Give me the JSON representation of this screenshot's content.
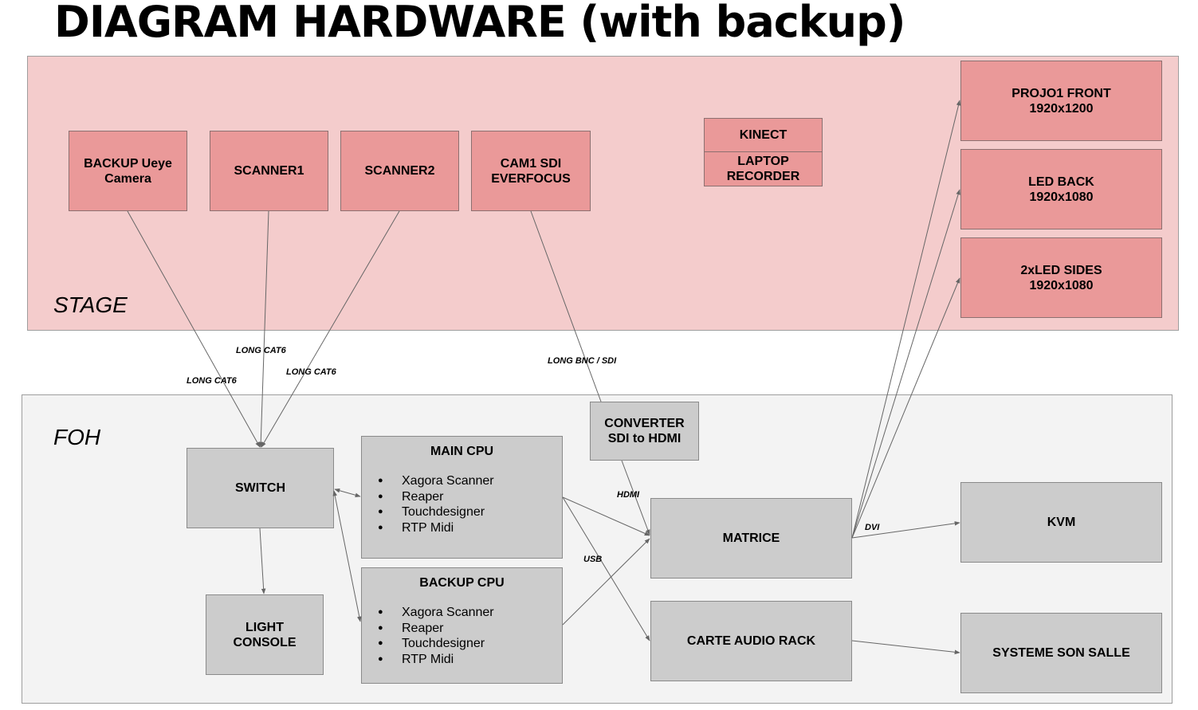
{
  "title": "DIAGRAM HARDWARE (with backup)",
  "zones": {
    "stage": "STAGE",
    "foh": "FOH"
  },
  "colors": {
    "stage_bg": "#f4cccc",
    "stage_box": "#ea9999",
    "foh_bg": "#f3f3f3",
    "foh_box": "#cccccc",
    "wire": "#666666"
  },
  "stage_nodes": {
    "backup_camera": [
      "BACKUP Ueye",
      "Camera"
    ],
    "scanner1": [
      "SCANNER1"
    ],
    "scanner2": [
      "SCANNER2"
    ],
    "cam1": [
      "CAM1 SDI",
      "EVERFOCUS"
    ],
    "kinect": "KINECT",
    "laptop_recorder": [
      "LAPTOP",
      "RECORDER"
    ],
    "projo1": [
      "PROJO1 FRONT",
      "1920x1200"
    ],
    "led_back": [
      "LED BACK",
      "1920x1080"
    ],
    "led_sides": [
      "2xLED SIDES",
      "1920x1080"
    ]
  },
  "foh_nodes": {
    "switch": "SWITCH",
    "light_console": [
      "LIGHT",
      "CONSOLE"
    ],
    "main_cpu": {
      "title": "MAIN CPU",
      "items": [
        "Xagora Scanner",
        "Reaper",
        "Touchdesigner",
        "RTP Midi"
      ]
    },
    "backup_cpu": {
      "title": "BACKUP CPU",
      "items": [
        "Xagora Scanner",
        "Reaper",
        "Touchdesigner",
        "RTP Midi"
      ]
    },
    "converter": [
      "CONVERTER",
      "SDI to HDMI"
    ],
    "matrice": "MATRICE",
    "carte_audio": "CARTE AUDIO RACK",
    "kvm": "KVM",
    "systeme_son": "SYSTEME SON SALLE"
  },
  "edge_labels": {
    "cat6_a": "LONG CAT6",
    "cat6_b": "LONG CAT6",
    "cat6_c": "LONG CAT6",
    "bnc_sdi": "LONG BNC / SDI",
    "hdmi": "HDMI",
    "usb": "USB",
    "dvi": "DVI"
  }
}
